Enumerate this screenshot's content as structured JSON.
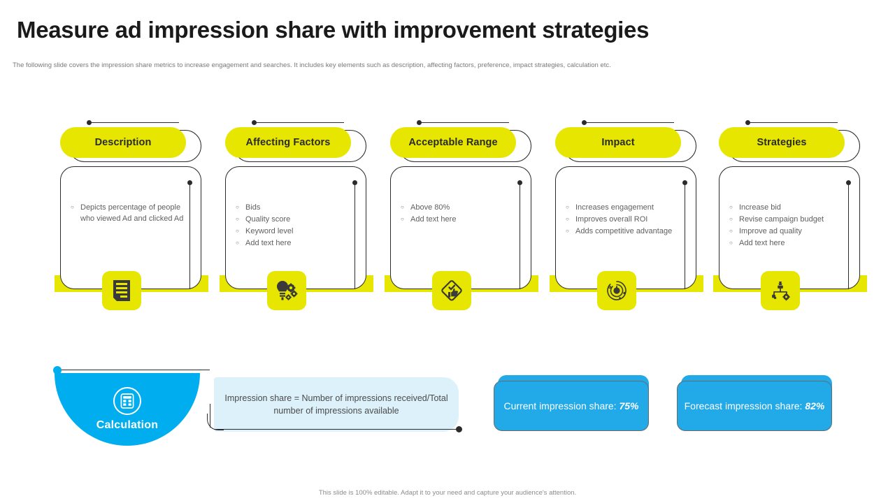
{
  "header": {
    "title": "Measure ad impression share with improvement strategies",
    "subtitle": "The following slide covers the impression share metrics to increase engagement and searches. It includes key elements such as description, affecting factors, preference, impact strategies, calculation etc."
  },
  "colors": {
    "yellow": "#E6E600",
    "blue": "#00AEEF",
    "blue_box": "#22A9E8",
    "formula_bg": "#DDF1FB",
    "outline": "#2b2b2b",
    "body_text": "#5f5f5f"
  },
  "cards": [
    {
      "label": "Description",
      "icon": "document-list-icon",
      "bullets": [
        "Depicts percentage of people who viewed Ad and clicked Ad"
      ]
    },
    {
      "label": "Affecting Factors",
      "icon": "lightbulb-gears-icon",
      "bullets": [
        "Bids",
        "Quality score",
        "Keyword level",
        "Add text here"
      ]
    },
    {
      "label": "Acceptable Range",
      "icon": "thumbs-up-sign-icon",
      "bullets": [
        "Above 80%",
        "Add text here"
      ]
    },
    {
      "label": "Impact",
      "icon": "target-impact-icon",
      "bullets": [
        "Increases engagement",
        "Improves overall ROI",
        "Adds competitive advantage"
      ]
    },
    {
      "label": "Strategies",
      "icon": "strategy-chess-icon",
      "bullets": [
        "Increase bid",
        "Revise campaign budget",
        "Improve ad quality",
        "Add text here"
      ]
    }
  ],
  "bullet_marker": "○",
  "calculation": {
    "label": "Calculation",
    "icon": "calculator-icon",
    "formula": "Impression share = Number of impressions received/Total number of impressions available"
  },
  "stats": [
    {
      "prefix": "Current impression share: ",
      "value": "75%"
    },
    {
      "prefix": "Forecast impression share: ",
      "value": "82%"
    }
  ],
  "footer": {
    "note": "This slide is 100% editable. Adapt it to your need and capture your audience's attention."
  }
}
